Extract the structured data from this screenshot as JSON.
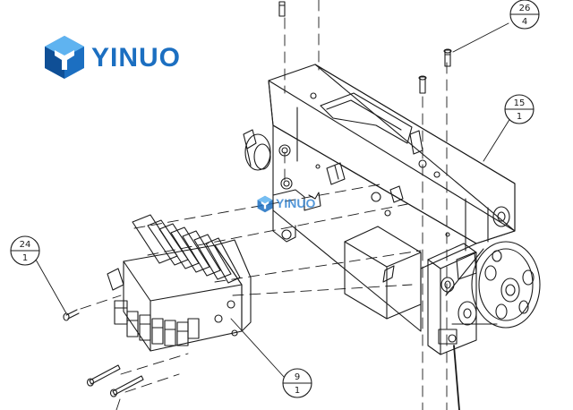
{
  "brand": {
    "name": "YINUO",
    "watermark": "YINUO",
    "colors": {
      "primary": "#1c6fc1",
      "light": "#5fb3f0",
      "dark": "#0f4f96",
      "line": "#1a1a1a"
    }
  },
  "callouts": [
    {
      "id": "callout-26",
      "top": "26",
      "bottom": "4"
    },
    {
      "id": "callout-15",
      "top": "15",
      "bottom": "1"
    },
    {
      "id": "callout-24",
      "top": "24",
      "bottom": "1"
    },
    {
      "id": "callout-9",
      "top": "9",
      "bottom": "1"
    }
  ]
}
